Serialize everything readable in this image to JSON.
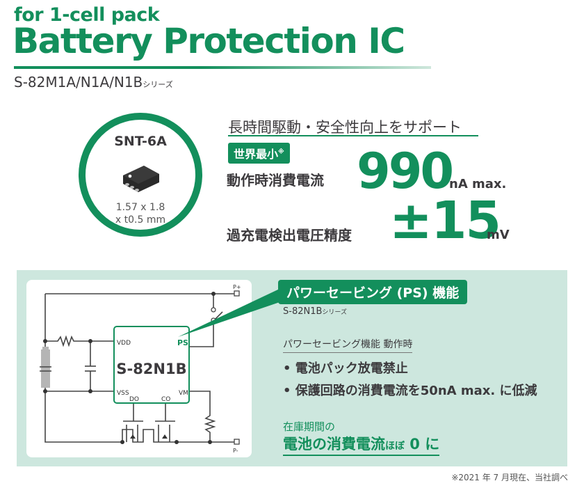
{
  "header": {
    "subtitle": "for 1-cell pack",
    "title": "Battery Protection IC",
    "series_code": "S-82M1A/N1A/N1B",
    "series_suffix": "シリーズ"
  },
  "package": {
    "name": "SNT-6A",
    "dim_line1": "1.57 x 1.8",
    "dim_line2": "x t0.5 mm"
  },
  "specs": {
    "tagline": "長時間駆動・安全性向上をサポート",
    "badge": "世界最小",
    "badge_mark": "※",
    "current_label": "動作時消費電流",
    "current_value": "990",
    "current_unit": "nA max.",
    "accuracy_label": "過充電検出電圧精度",
    "accuracy_value": "±15",
    "accuracy_unit": "mV"
  },
  "circuit": {
    "ic_name": "S-82N1B",
    "pins": {
      "vdd": "VDD",
      "vss": "VSS",
      "ps": "PS",
      "vm": "VM",
      "do": "DO",
      "co": "CO"
    },
    "terminals": {
      "plus": "P+",
      "minus": "P-"
    }
  },
  "ps_feature": {
    "title": "パワーセービング (PS) 機能",
    "series_code": "S-82N1B",
    "series_suffix": "シリーズ",
    "condition": "パワーセービング機能 動作時",
    "bullets": [
      "• 電池パック放電禁止",
      "• 保護回路の消費電流を50nA max. に低減"
    ],
    "stock_line1": "在庫期間の",
    "stock_line2_main": "電池の消費電流",
    "stock_line2_small": "ほぼ",
    "stock_line2_zero": " 0 ",
    "stock_line2_end": "に"
  },
  "footnote": "※2021 年 7 月現在、当社調べ",
  "colors": {
    "brand_green": "#138f5c",
    "panel_bg": "#cde7de",
    "text": "#3c3a3d"
  }
}
